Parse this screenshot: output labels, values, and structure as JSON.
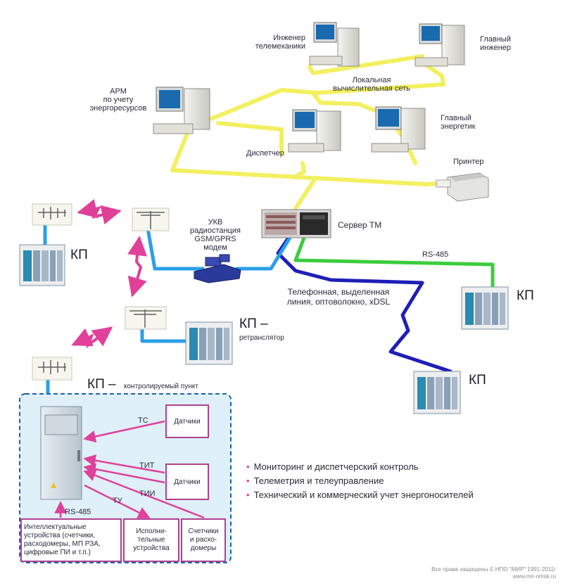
{
  "labels": {
    "engineer_tm": "Инженер\nтелемеханики",
    "chief_engineer": "Главный\nинженер",
    "arm": "АРМ\nпо учету\nэнергоресурсов",
    "lan": "Локальная\nвычислительная сеть",
    "chief_energetic": "Главный\nэнергетик",
    "dispatcher": "Диспетчер",
    "printer": "Принтер",
    "server": "Сервер ТМ",
    "radio": "УКВ\nрадиостанция\nGSM/GPRS\nмодем",
    "rs485_top": "RS-485",
    "phone_line": "Телефонная, выделенная\nлиния, оптоволокно, xDSL"
  },
  "kp": {
    "label": "КП",
    "retranslator_sub": "ретранслятор",
    "controlled_sub": "контролируемый пункт",
    "dash": "–"
  },
  "box": {
    "sensor1": "Датчики",
    "sensor2": "Датчики",
    "tc": "ТС",
    "tit": "ТИТ",
    "tii": "ТИИ",
    "tu": "ТУ",
    "rs485": "RS-485",
    "intelligent": "Интеллектуальные\nустройства (счетчики,\nрасходомеры, МП РЗА,\nцифровые ПИ и т.п.)",
    "executive": "Исполни-\nтельные\nустройства",
    "meters": "Счетчики\nи расхо-\nдомеры"
  },
  "bullets": [
    "Мониторинг и диспетчерский контроль",
    "Телеметрия и телеуправление",
    "Технический и коммерческий учет энергоносителей"
  ],
  "copyright": "Все права защищены © НПО \"МИР\" 1991-2011г\nwww.mir-omsk.ru",
  "colors": {
    "lan": "#f2f060",
    "blue_dark": "#1e1eb8",
    "blue_light": "#2aa0e8",
    "green": "#3ccc3c",
    "pink": "#e0409a",
    "dash_border": "#2060b0",
    "box_fill": "#dff0f8"
  }
}
